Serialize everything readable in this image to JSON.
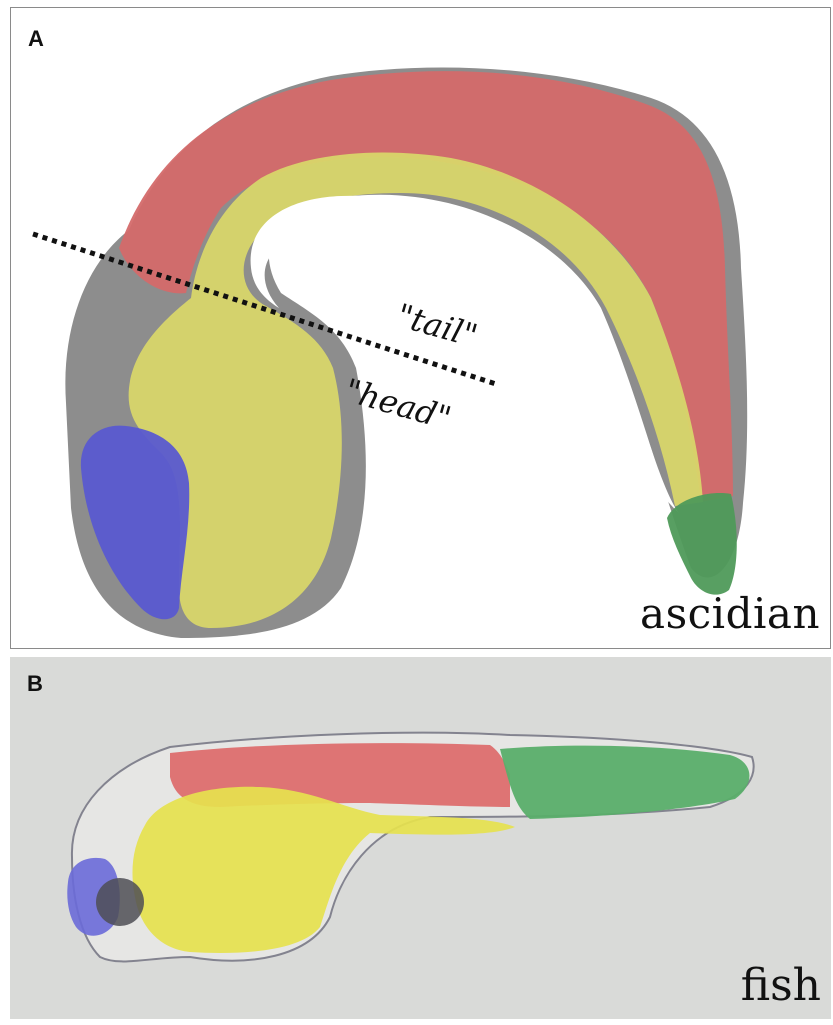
{
  "panels": [
    {
      "letter": "A",
      "organism": "ascidian",
      "annotations": {
        "tail": "\"tail\"",
        "head": "\"head\""
      },
      "region_colors": {
        "red": "#d46a6a",
        "yellow": "#d8d66a",
        "blue": "#5a5ad0",
        "green": "#4f9a5a",
        "gray": "#8d8d8d"
      }
    },
    {
      "letter": "B",
      "organism": "fish",
      "region_colors": {
        "red": "#dd6e6e",
        "yellow": "#e6e24e",
        "blue": "#6a6ad8",
        "green": "#5aae6a",
        "background": "#d9dad8"
      }
    }
  ]
}
